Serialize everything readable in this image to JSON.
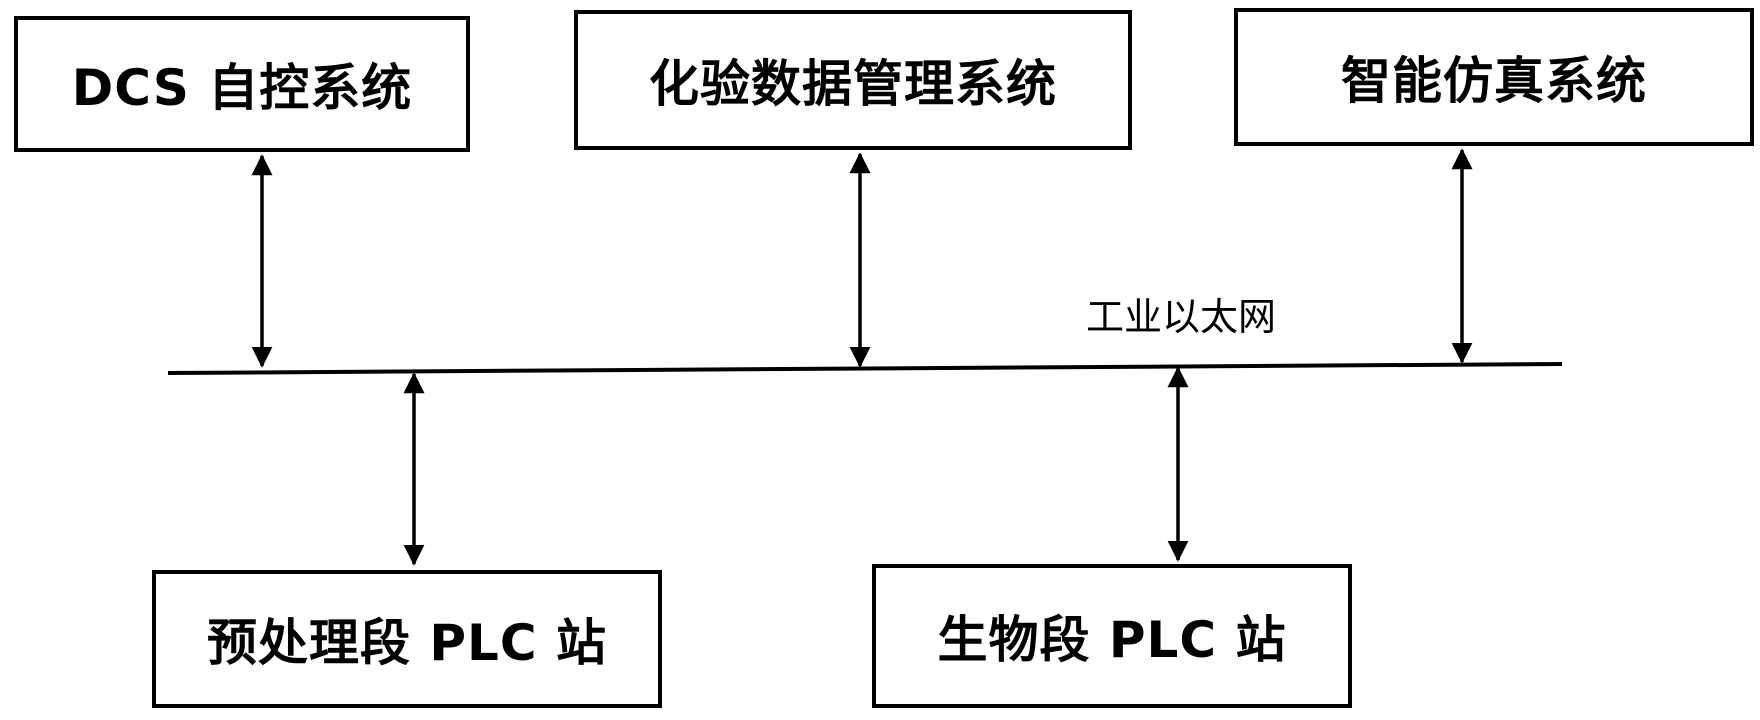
{
  "diagram": {
    "nodes": {
      "dcs": "DCS 自控系统",
      "lab_data": "化验数据管理系统",
      "simulation": "智能仿真系统",
      "pretreatment_plc": "预处理段 PLC 站",
      "biological_plc": "生物段 PLC 站"
    },
    "bus_label": "工业以太网",
    "colors": {
      "stroke": "#000000",
      "background": "#ffffff"
    },
    "edges": [
      {
        "from": "dcs",
        "to": "bus",
        "direction": "bidirectional"
      },
      {
        "from": "lab_data",
        "to": "bus",
        "direction": "bidirectional"
      },
      {
        "from": "simulation",
        "to": "bus",
        "direction": "bidirectional"
      },
      {
        "from": "pretreatment_plc",
        "to": "bus",
        "direction": "bidirectional"
      },
      {
        "from": "biological_plc",
        "to": "bus",
        "direction": "bidirectional"
      }
    ]
  }
}
